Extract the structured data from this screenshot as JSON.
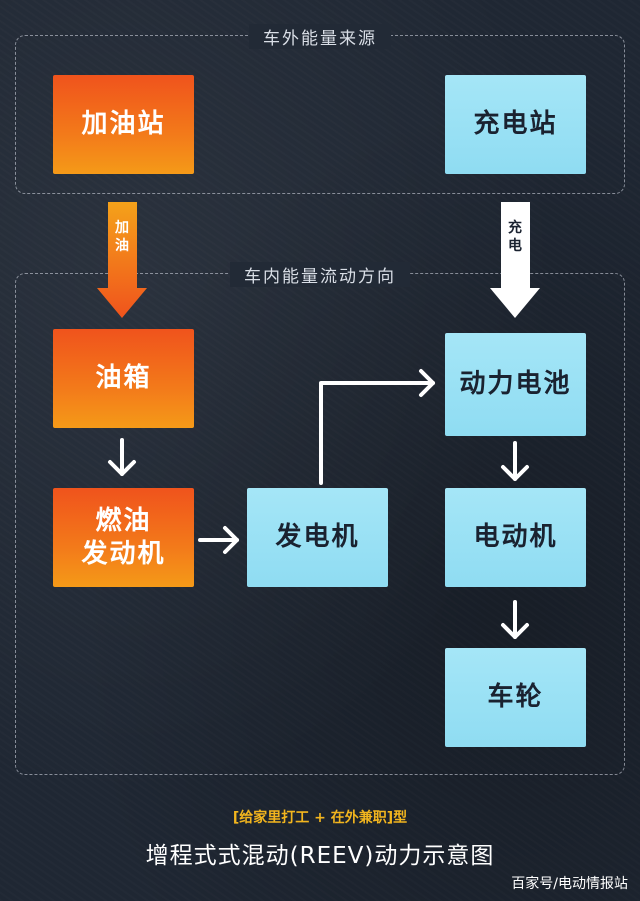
{
  "sections": {
    "outside_title": "车外能量来源",
    "inside_title": "车内能量流动方向"
  },
  "nodes": {
    "gas_station": "加油站",
    "charging_station": "充电站",
    "fuel_tank": "油箱",
    "fuel_engine_line1": "燃油",
    "fuel_engine_line2": "发动机",
    "generator": "发电机",
    "battery": "动力电池",
    "motor": "电动机",
    "wheels": "车轮"
  },
  "edge_labels": {
    "refuel_line1": "加",
    "refuel_line2": "油",
    "charge_line1": "充",
    "charge_line2": "电"
  },
  "footer": {
    "tag": "[给家里打工 + 在外兼职]型",
    "title": "增程式式混动(REEV)动力示意图",
    "watermark": "百家号/电动情报站"
  },
  "colors": {
    "orange_top": "#f0531c",
    "orange_bottom": "#f59a18",
    "blue": "#a5e6f7",
    "accent_text": "#f2b51e"
  }
}
